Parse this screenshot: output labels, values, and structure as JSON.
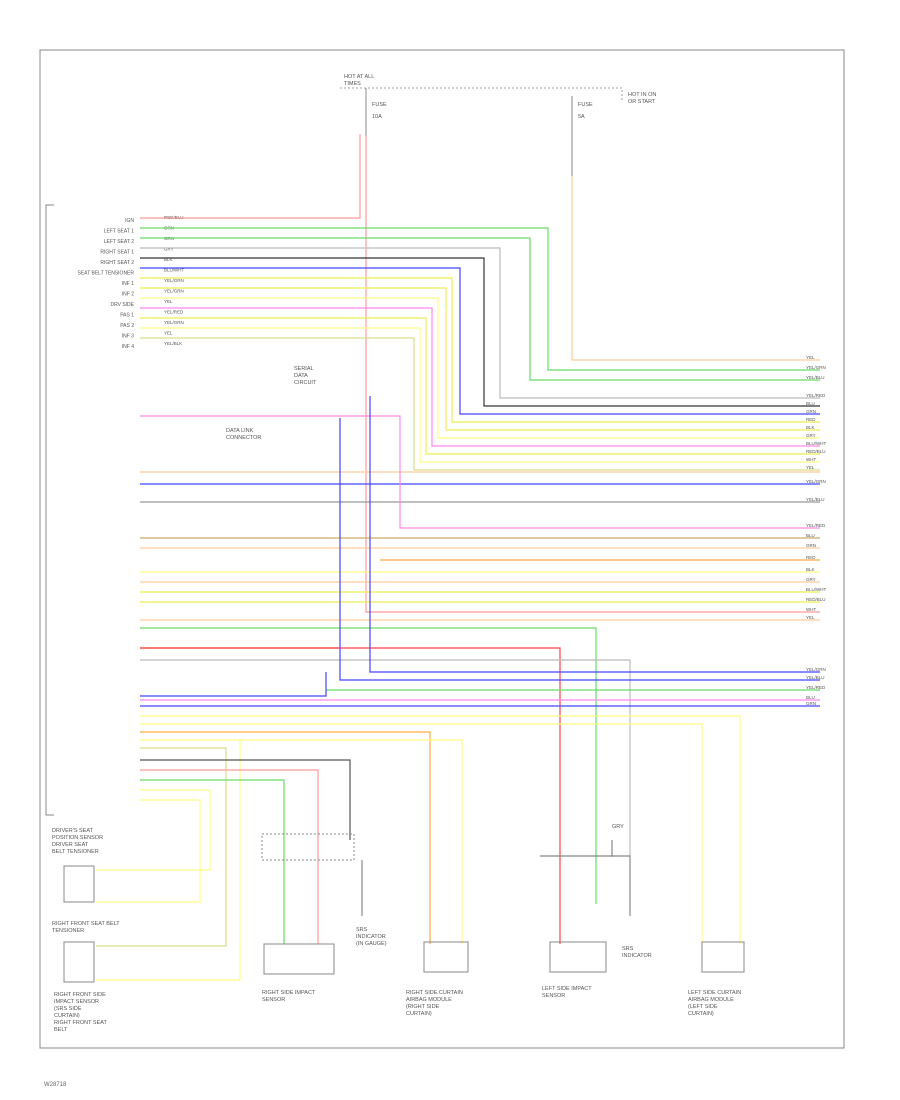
{
  "figure_code": "W28718",
  "top_fuse": {
    "label": [
      "HOT AT ALL",
      "TIMES"
    ],
    "fuse": [
      "FUSE",
      "10A"
    ]
  },
  "ignition_fuse": {
    "label": [
      "HOT IN ON",
      "OR START"
    ],
    "fuse": [
      "FUSE",
      "5A"
    ]
  },
  "module_pins": [
    {
      "label": "IGN",
      "wire": "RED/BLU",
      "color": "#ff9999"
    },
    {
      "label": "LEFT SEAT 1",
      "wire": "GRN",
      "color": "#66dd66"
    },
    {
      "label": "LEFT SEAT 2",
      "wire": "GRN",
      "color": "#66dd66"
    },
    {
      "label": "RIGHT SEAT 1",
      "wire": "GRY",
      "color": "#bbbbbb"
    },
    {
      "label": "RIGHT SEAT 2",
      "wire": "BLK",
      "color": "#333333"
    },
    {
      "label": "SEAT BELT TENSIONER",
      "wire": "BLU/WHT",
      "color": "#4444ff"
    },
    {
      "label": "INF 1",
      "wire": "YEL/GRN",
      "color": "#eeee55"
    },
    {
      "label": "INF 2",
      "wire": "YEL/GRN",
      "color": "#eeee55"
    },
    {
      "label": "DRV SIDE",
      "wire": "YEL",
      "color": "#ffff88"
    },
    {
      "label": "PAS 1",
      "wire": "YEL/RED",
      "color": "#ff88ee"
    },
    {
      "label": "PAS 2",
      "wire": "YEL/GRN",
      "color": "#eeee55"
    },
    {
      "label": "INF 3",
      "wire": "YEL",
      "color": "#ffff88"
    },
    {
      "label": "INF 4",
      "wire": "YEL/BLK",
      "color": "#dddd88"
    }
  ],
  "connector_labels": [
    "YEL",
    "YEL/GRN",
    "YEL/BLU",
    "YEL/RED",
    "BLU",
    "GRN",
    "RED",
    "BLK",
    "GRY",
    "BLU/WHT",
    "RED/BLU",
    "WHT"
  ],
  "components": {
    "left_module_box": [
      "DRIVER'S SEAT",
      "POSITION SENSOR",
      "DRIVER SEAT",
      "BELT TENSIONER"
    ],
    "front_seat_belt": [
      "RIGHT FRONT SEAT BELT",
      "TENSIONER"
    ],
    "rear_side_sensor": [
      "RIGHT FRONT SIDE",
      "IMPACT SENSOR",
      "(SRS SIDE",
      "CURTAIN)",
      "RIGHT FRONT SEAT",
      "BELT"
    ],
    "right_side_sensor": [
      "RIGHT SIDE IMPACT",
      "SENSOR"
    ],
    "srs_indicator": [
      "SRS",
      "INDICATOR",
      "(IN GAUGE)"
    ],
    "right_curtain": [
      "RIGHT SIDE CURTAIN",
      "AIRBAG MODULE",
      "(RIGHT SIDE",
      "CURTAIN)"
    ],
    "left_side_sensor": [
      "LEFT SIDE IMPACT",
      "SENSOR"
    ],
    "left_indicator": [
      "SRS",
      "INDICATOR"
    ],
    "left_curtain": [
      "LEFT SIDE CURTAIN",
      "AIRBAG MODULE",
      "(LEFT SIDE",
      "CURTAIN)"
    ],
    "tick_mark_label": "GRY",
    "center_labels": [
      "SERIAL",
      "DATA",
      "CIRCUIT"
    ],
    "mid_labels": [
      "DATA LINK",
      "CONNECTOR"
    ]
  }
}
